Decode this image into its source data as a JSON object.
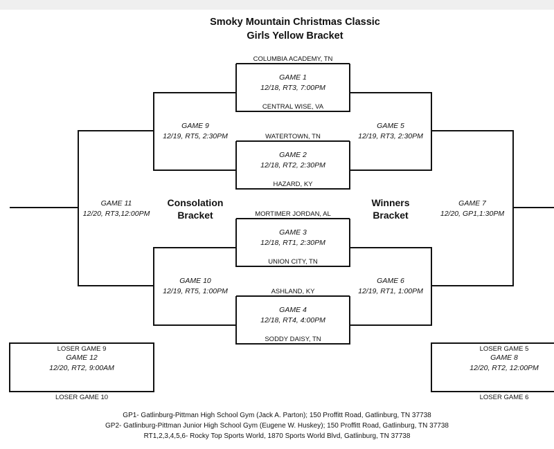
{
  "header": {
    "title": "Smoky Mountain Christmas Classic",
    "subtitle": "Girls Yellow Bracket"
  },
  "teams": {
    "t1": "COLUMBIA ACADEMY, TN",
    "t2": "CENTRAL WISE, VA",
    "t3": "WATERTOWN, TN",
    "t4": "HAZARD, KY",
    "t5": "MORTIMER JORDAN, AL",
    "t6": "UNION CITY, TN",
    "t7": "ASHLAND, KY",
    "t8": "SODDY DAISY, TN"
  },
  "games": {
    "g1": {
      "name": "GAME 1",
      "info": "12/18, RT3, 7:00PM"
    },
    "g2": {
      "name": "GAME 2",
      "info": "12/18, RT2, 2:30PM"
    },
    "g3": {
      "name": "GAME 3",
      "info": "12/18, RT1, 2:30PM"
    },
    "g4": {
      "name": "GAME 4",
      "info": "12/18, RT4, 4:00PM"
    },
    "g5": {
      "name": "GAME 5",
      "info": "12/19, RT3, 2:30PM"
    },
    "g6": {
      "name": "GAME 6",
      "info": "12/19, RT1, 1:00PM"
    },
    "g7": {
      "name": "GAME 7",
      "info": "12/20, GP1,1:30PM"
    },
    "g8": {
      "name": "GAME 8",
      "info": "12/20, RT2, 12:00PM",
      "loser_top": "LOSER GAME 5",
      "loser_bottom": "LOSER GAME 6"
    },
    "g9": {
      "name": "GAME 9",
      "info": "12/19, RT5, 2:30PM"
    },
    "g10": {
      "name": "GAME 10",
      "info": "12/19, RT5, 1:00PM"
    },
    "g11": {
      "name": "GAME 11",
      "info": "12/20, RT3,12:00PM"
    },
    "g12": {
      "name": "GAME 12",
      "info": "12/20, RT2, 9:00AM",
      "loser_top": "LOSER GAME 9",
      "loser_bottom": "LOSER GAME 10"
    }
  },
  "labels": {
    "consolation_1": "Consolation",
    "consolation_2": "Bracket",
    "winners_1": "Winners",
    "winners_2": "Bracket"
  },
  "footer": {
    "gp1": "GP1- Gatlinburg-Pittman High School Gym (Jack A. Parton); 150 Proffitt Road, Gatlinburg, TN 37738",
    "gp2": "GP2- Gatlinburg-Pittman Junior High School Gym (Eugene W. Huskey); 150 Proffitt Road, Gatlinburg, TN 37738",
    "rt": "RT1,2,3,4,5,6- Rocky Top Sports World, 1870 Sports World Blvd, Gatlinburg, TN 37738"
  }
}
